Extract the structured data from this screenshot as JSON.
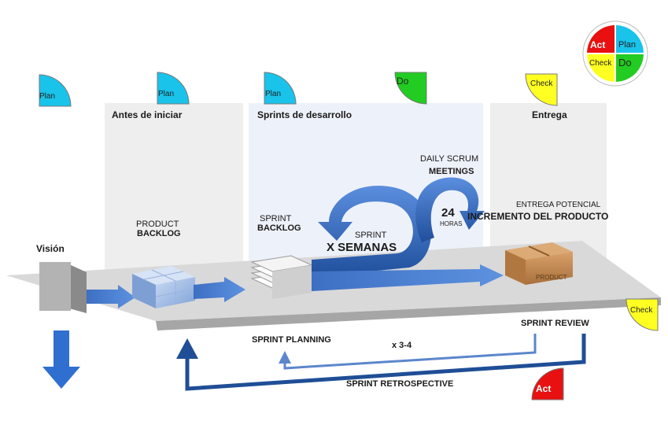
{
  "pdca_wheel": {
    "act": "Act",
    "plan": "Plan",
    "check": "Check",
    "do": "Do"
  },
  "quadrant_labels": {
    "plan_1": "Plan",
    "plan_2": "Plan",
    "plan_3": "Plan",
    "do_1": "Do",
    "check_1": "Check",
    "check_2": "Check",
    "act_1": "Act"
  },
  "sections": {
    "antes": "Antes de iniciar",
    "sprints": "Sprints de desarrollo",
    "entrega": "Entrega"
  },
  "labels": {
    "vision": "Visión",
    "product_backlog_1": "PRODUCT",
    "product_backlog_2": "BACKLOG",
    "sprint_backlog_1": "SPRINT",
    "sprint_backlog_2": "BACKLOG",
    "sprint_1": "SPRINT",
    "sprint_2": "X SEMANAS",
    "daily_1": "DAILY SCRUM",
    "daily_2": "MEETINGS",
    "hours_num": "24",
    "hours_txt": "HORAS",
    "entrega_1": "ENTREGA POTENCIAL",
    "entrega_2": "INCREMENTO DEL PRODUCTO",
    "box_label": "PRODUCT",
    "sprint_planning": "SPRINT PLANNING",
    "sprint_review": "SPRINT REVIEW",
    "repeat": "x 3-4",
    "retrospective": "SPRINT RETROSPECTIVE"
  },
  "colors": {
    "plan": "#19c3ea",
    "do": "#22cc22",
    "check": "#ffff22",
    "act": "#e81010",
    "arrow_blue": "#2e64b4",
    "dark_blue": "#1f4e96",
    "panel": "#efefef",
    "panel_blue": "#edf1f9"
  }
}
